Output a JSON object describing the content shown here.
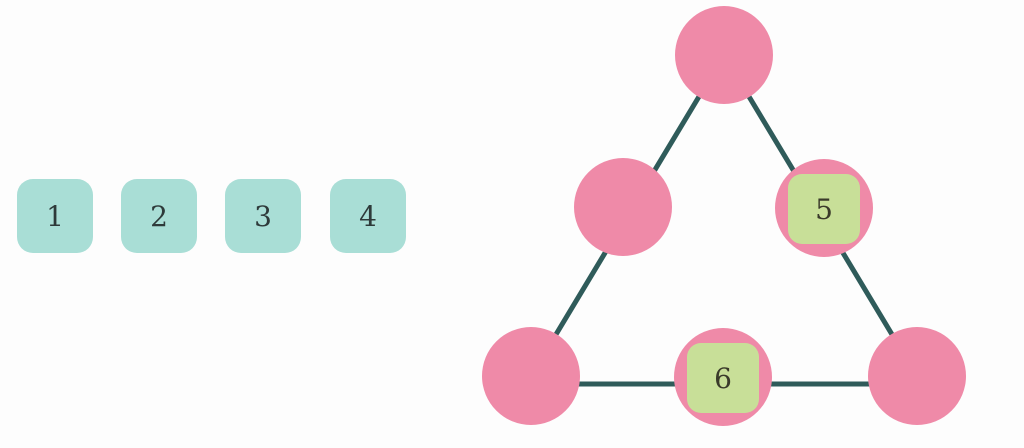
{
  "colors": {
    "tile": "#a9ded6",
    "node": "#ef8aa8",
    "placed_tile": "#c8df98",
    "edge": "#2f5b5a",
    "background": "#fdfdfd"
  },
  "tray": {
    "tiles": [
      {
        "label": "1"
      },
      {
        "label": "2"
      },
      {
        "label": "3"
      },
      {
        "label": "4"
      }
    ]
  },
  "board": {
    "shape": "triangle",
    "nodes": [
      {
        "id": "top",
        "value": ""
      },
      {
        "id": "mid-left",
        "value": ""
      },
      {
        "id": "mid-right",
        "value": "5"
      },
      {
        "id": "bottom-left",
        "value": ""
      },
      {
        "id": "bottom-middle",
        "value": "6"
      },
      {
        "id": "bottom-right",
        "value": ""
      }
    ]
  }
}
